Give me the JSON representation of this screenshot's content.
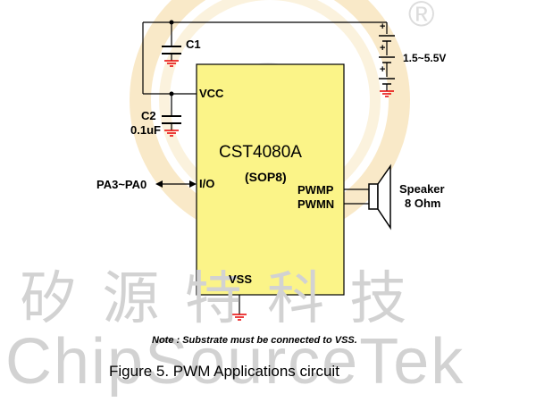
{
  "watermark": {
    "registered_mark": "®",
    "chinese_name": "矽 源 特 科 技",
    "english_name": "ChipSourceTek"
  },
  "chip": {
    "part_number": "CST4080A",
    "package": "(SOP8)",
    "pins": {
      "vcc": "VCC",
      "io": "I/O",
      "pwmp": "PWMP",
      "pwmn": "PWMN",
      "vss": "VSS"
    }
  },
  "components": {
    "c1": {
      "label": "C1"
    },
    "c2": {
      "label": "C2",
      "value": "0.1uF"
    },
    "battery": {
      "voltage": "1.5~5.5V",
      "polarity": "+"
    },
    "speaker": {
      "label": "Speaker",
      "impedance": "8 Ohm"
    },
    "io_port": "PA3~PA0"
  },
  "note": "Note : Substrate must be connected to VSS.",
  "caption": "Figure 5.  PWM Applications circuit",
  "colors": {
    "chip_fill": "#fbf488",
    "ground": "#e60000",
    "cap_plate": "#3264c8",
    "watermark": "#d2d2d2",
    "logo_ring": "#f2d49a"
  }
}
